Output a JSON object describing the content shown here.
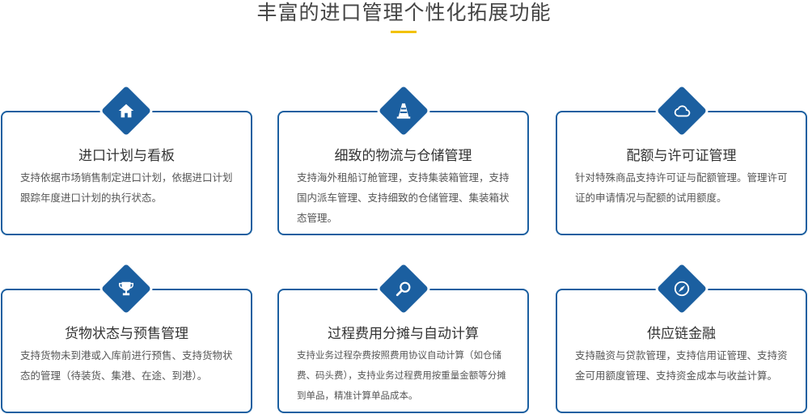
{
  "heading": "丰富的进口管理个性化拓展功能",
  "colors": {
    "primary": "#1b5fa0",
    "accent": "#f2c200",
    "text": "#333333"
  },
  "features": [
    {
      "icon": "home-icon",
      "title": "进口计划与看板",
      "description": "支持依据市场销售制定进口计划，依据进口计划跟踪年度进口计划的执行状态。"
    },
    {
      "icon": "traffic-cone-icon",
      "title": "细致的物流与仓储管理",
      "description": "支持海外租船订舱管理，支持集装箱管理，支持国内派车管理、支持细致的仓储管理、集装箱状态管理。"
    },
    {
      "icon": "cloud-icon",
      "title": "配额与许可证管理",
      "description": "针对特殊商品支持许可证与配额管理。管理许可证的申请情况与配额的试用额度。"
    },
    {
      "icon": "trophy-icon",
      "title": "货物状态与预售管理",
      "description": "支持货物未到港或入库前进行预售、支持货物状态的管理（待装货、集港、在途、到港）。"
    },
    {
      "icon": "search-icon",
      "title": "过程费用分摊与自动计算",
      "description": "支持业务过程杂费按照费用协议自动计算（如仓储费、码头费），支持业务过程费用按重量金额等分摊到单品，精准计算单品成本。"
    },
    {
      "icon": "compass-icon",
      "title": "供应链金融",
      "description": "支持融资与贷款管理，支持信用证管理、支持资金可用额度管理、支持资金成本与收益计算。"
    }
  ]
}
